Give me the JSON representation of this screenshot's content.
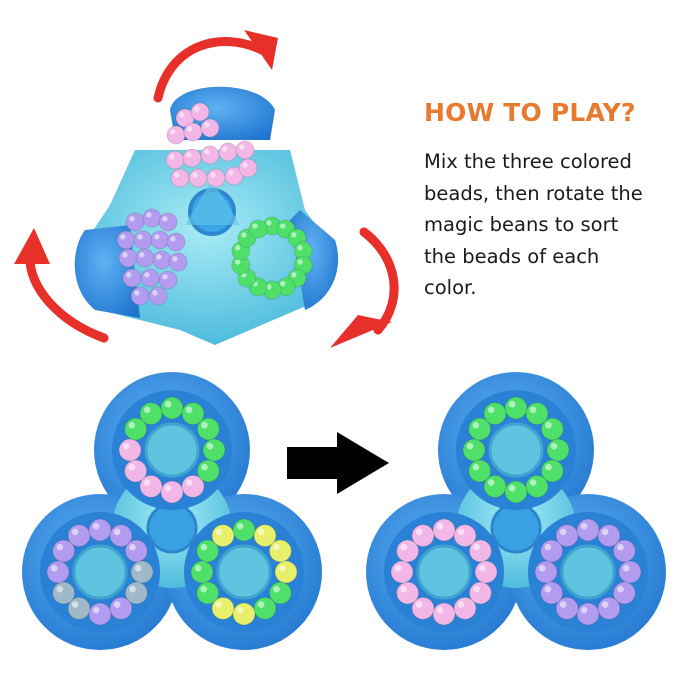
{
  "instructions": {
    "title": "HOW TO PLAY?",
    "lines": [
      "Mix the three colored",
      "beads, then rotate the",
      "magic beans to sort",
      "the beads of each",
      "color."
    ]
  },
  "colors": {
    "title": "#e87a30",
    "body_text": "#1a1a1a",
    "rotation_arrows": "#e8302a",
    "transition_arrow": "#000000",
    "toy_body": "#2f8fe0",
    "toy_accent": "#6fd3e6",
    "bead_green": "#4fe06a",
    "bead_pink": "#f2b7e6",
    "bead_purple": "#b39cf0",
    "bead_yellow": "#e6f06a",
    "bead_grey": "#9fb9c8"
  },
  "icons": {
    "rotation_arrows": "curved-arrow-icon",
    "transition_arrow": "right-arrow-icon"
  }
}
